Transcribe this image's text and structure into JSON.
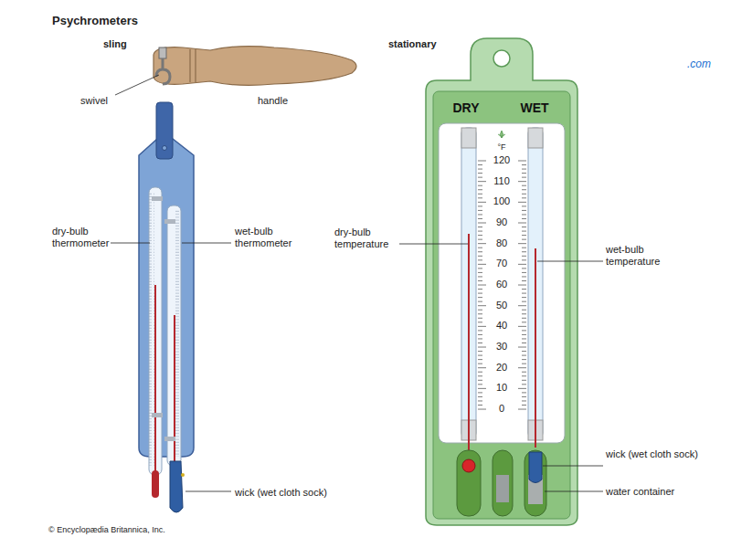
{
  "diagram": {
    "title": "Psychrometers",
    "labels": [
      "sling",
      "stationary",
      "swivel",
      "handle",
      "dry-bulb thermometer",
      "wet-bulb thermometer",
      "wick (wet cloth sock)",
      "DRY",
      "WET",
      "°F",
      "120",
      "110",
      "100",
      "90",
      "80",
      "70",
      "60",
      "50",
      "40",
      "30",
      "20",
      "10",
      "0",
      "dry-bulb temperature",
      "wet-bulb temperature",
      "wick (wet cloth sock)",
      "water container",
      "© Encyclopædia Britannica, Inc.",
      ".com"
    ]
  }
}
